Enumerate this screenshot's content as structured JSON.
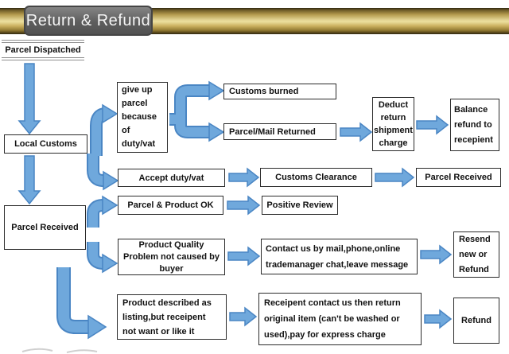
{
  "header": {
    "title": "Return & Refund"
  },
  "colors": {
    "arrow_fill": "#6fa8dc",
    "arrow_stroke": "#4a86c4",
    "box_border": "#2b2b2b",
    "gold_light": "#e8d88f",
    "gold_dark": "#6d5a26",
    "tab_gray": "#5e5e5e"
  },
  "nodes": {
    "parcel_dispatched": {
      "label": "Parcel Dispatched"
    },
    "local_customs": {
      "label": "Local Customs"
    },
    "parcel_received_left": {
      "label": "Parcel Received"
    },
    "give_up": {
      "label": "give up\nparcel\nbecause\nof\nduty/vat"
    },
    "customs_burned": {
      "label": "Customs burned"
    },
    "parcel_mail_returned": {
      "label": "Parcel/Mail Returned"
    },
    "deduct_return": {
      "label": "Deduct\nreturn\nshipment\ncharge"
    },
    "balance_refund": {
      "label": "Balance\nrefund to\nrecepient"
    },
    "accept_duty": {
      "label": "Accept duty/vat"
    },
    "customs_clearance": {
      "label": "Customs Clearance"
    },
    "parcel_received_right": {
      "label": "Parcel Received"
    },
    "parcel_product_ok": {
      "label": "Parcel & Product OK"
    },
    "positive_review": {
      "label": "Positive Review"
    },
    "product_quality": {
      "label": "Product Quality\nProblem not caused by\nbuyer"
    },
    "contact_us": {
      "label": "Contact us by mail,phone,online\ntrademanager chat,leave message"
    },
    "resend_new": {
      "label": "Resend\nnew or\nRefund"
    },
    "product_described": {
      "label": "Product described as\nlisting,but receipent\nnot want or like it"
    },
    "receipent_contact": {
      "label": "Receipent contact us then return\noriginal item (can't be washed or\nused),pay for express charge"
    },
    "refund": {
      "label": "Refund"
    }
  },
  "edges": [
    {
      "from": "parcel_dispatched",
      "to": "local_customs"
    },
    {
      "from": "local_customs",
      "to": "give_up"
    },
    {
      "from": "local_customs",
      "to": "accept_duty"
    },
    {
      "from": "local_customs",
      "to": "parcel_received_left"
    },
    {
      "from": "give_up",
      "to": "customs_burned"
    },
    {
      "from": "give_up",
      "to": "parcel_mail_returned"
    },
    {
      "from": "parcel_mail_returned",
      "to": "deduct_return"
    },
    {
      "from": "deduct_return",
      "to": "balance_refund"
    },
    {
      "from": "accept_duty",
      "to": "customs_clearance"
    },
    {
      "from": "customs_clearance",
      "to": "parcel_received_right"
    },
    {
      "from": "parcel_received_left",
      "to": "parcel_product_ok"
    },
    {
      "from": "parcel_product_ok",
      "to": "positive_review"
    },
    {
      "from": "parcel_received_left",
      "to": "product_quality"
    },
    {
      "from": "product_quality",
      "to": "contact_us"
    },
    {
      "from": "contact_us",
      "to": "resend_new"
    },
    {
      "from": "parcel_received_left",
      "to": "product_described"
    },
    {
      "from": "product_described",
      "to": "receipent_contact"
    },
    {
      "from": "receipent_contact",
      "to": "refund"
    }
  ]
}
